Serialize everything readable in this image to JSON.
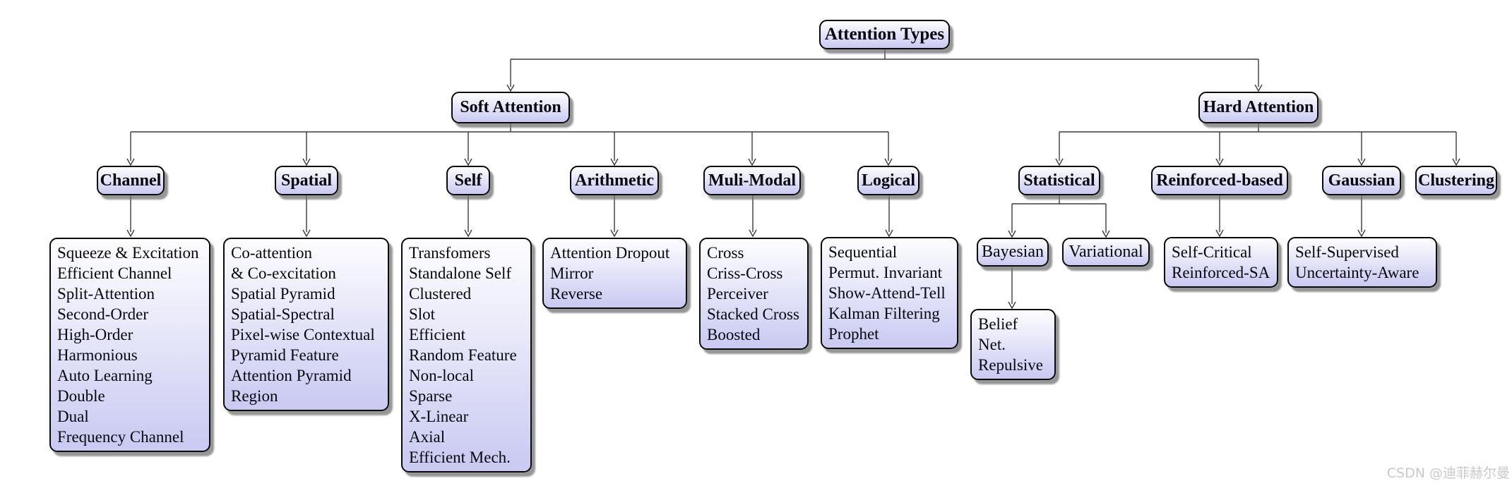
{
  "nodes": {
    "root": "Attention Types",
    "soft": "Soft Attention",
    "hard": "Hard Attention",
    "channel": "Channel",
    "channel_items": [
      "Squeeze & Excitation",
      "Efficient Channel",
      "Split-Attention",
      "Second-Order",
      "High-Order",
      "Harmonious",
      "Auto Learning",
      "Double",
      "Dual",
      "Frequency Channel"
    ],
    "spatial": "Spatial",
    "spatial_items": [
      "Co-attention",
      "& Co-excitation",
      "Spatial Pyramid",
      "Spatial-Spectral",
      "Pixel-wise Contextual",
      "Pyramid Feature",
      "Attention Pyramid",
      "Region"
    ],
    "self": "Self",
    "self_items": [
      "Transfomers",
      "Standalone Self",
      "Clustered",
      "Slot",
      "Efficient",
      "Random Feature",
      "Non-local",
      "Sparse",
      "X-Linear",
      "Axial",
      "Efficient Mech."
    ],
    "arithmetic": "Arithmetic",
    "arithmetic_items": [
      "Attention Dropout",
      "Mirror",
      "Reverse"
    ],
    "muli_modal": "Muli-Modal",
    "muli_modal_items": [
      "Cross",
      "Criss-Cross",
      "Perceiver",
      "Stacked Cross",
      "Boosted"
    ],
    "logical": "Logical",
    "logical_items": [
      "Sequential",
      "Permut. Invariant",
      "Show-Attend-Tell",
      "Kalman Filtering",
      "Prophet"
    ],
    "statistical": "Statistical",
    "bayesian": "Bayesian",
    "variational": "Variational",
    "bayesian_items": [
      "Belief Net.",
      "Repulsive"
    ],
    "reinforced": "Reinforced-based",
    "reinforced_items": [
      "Self-Critical",
      "Reinforced-SA"
    ],
    "gaussian": "Gaussian",
    "gaussian_items": [
      "Self-Supervised",
      "Uncertainty-Aware"
    ],
    "clustering": "Clustering"
  },
  "watermark": "CSDN @迪菲赫尔曼",
  "colors": {
    "background": "#ffffff",
    "box_fill_top": "#fdfdff",
    "box_fill_bottom": "#c9c9f2",
    "box_border": "#0a0a0a",
    "box_shadow": "#737373",
    "connector": "#3c3c3c",
    "text": "#06060f",
    "watermark_text": "#c9c9c9"
  }
}
